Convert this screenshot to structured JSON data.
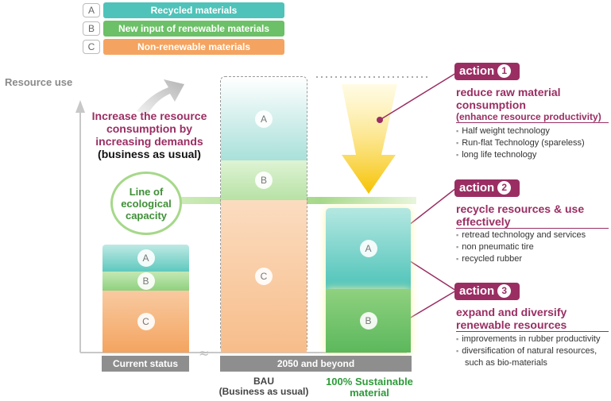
{
  "legend": [
    {
      "letter": "A",
      "label": "Recycled materials",
      "color": "#4fc3b9"
    },
    {
      "letter": "B",
      "label": "New input of renewable materials",
      "color": "#6cc067"
    },
    {
      "letter": "C",
      "label": "Non-renewable materials",
      "color": "#f4a460"
    }
  ],
  "axis_label": "Resource use",
  "increase_text": {
    "line1": "Increase the resource",
    "line2": "consumption by",
    "line3": "increasing demands",
    "line4": "(business as usual)"
  },
  "capacity_label": "Line of ecological capacity",
  "bars": {
    "current": {
      "a": "A",
      "b": "B",
      "c": "C"
    },
    "bau": {
      "a": "A",
      "b": "B",
      "c": "C"
    },
    "sustainable": {
      "a": "A",
      "b": "B"
    }
  },
  "bottom_labels": {
    "current": "Current status",
    "future": "2050 and beyond",
    "bau": "BAU",
    "bau_sub": "(Business as usual)",
    "sustainable_line1": "100% Sustainable",
    "sustainable_line2": "material"
  },
  "actions": [
    {
      "word": "action",
      "number": "1",
      "title_line1": "reduce raw material",
      "title_line2": "consumption",
      "subtitle": "(enhance resource productivity)",
      "bullets": [
        "Half weight technology",
        "Run-flat Technology (spareless)",
        "long life technology"
      ]
    },
    {
      "word": "action",
      "number": "2",
      "title_line1": "recycle resources & use",
      "title_line2": "effectively",
      "bullets": [
        "retread technology and services",
        "non pneumatic tire",
        "recycled rubber"
      ]
    },
    {
      "word": "action",
      "number": "3",
      "title_line1": "expand and diversify",
      "title_line2": "renewable resources",
      "bullets": [
        "improvements in rubber productivity",
        "diversification of natural resources,",
        "such as bio-materials"
      ]
    }
  ],
  "colors": {
    "accent": "#9a2e63",
    "recycled": "#4fc3b9",
    "renewable": "#6cc067",
    "nonrenewable": "#f4a460",
    "capacity": "#a6d88a"
  }
}
